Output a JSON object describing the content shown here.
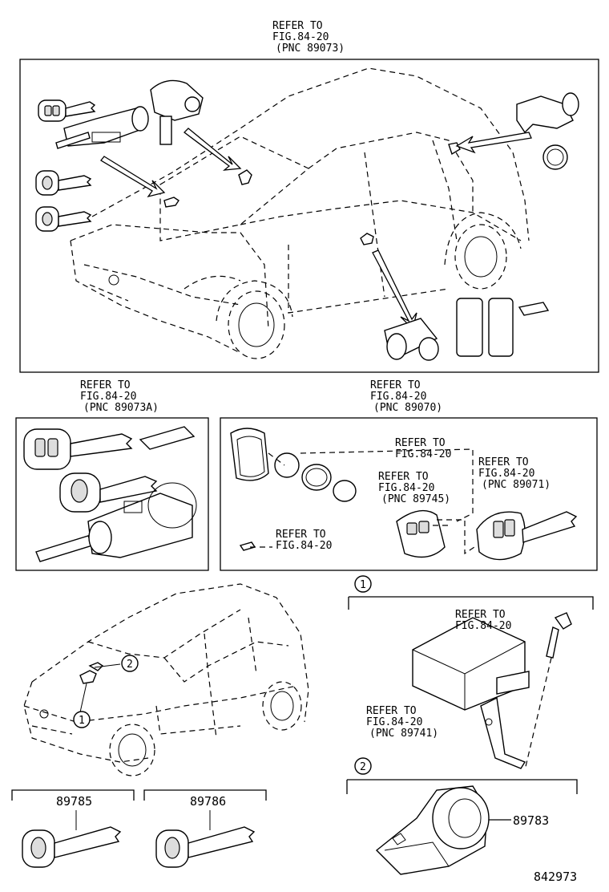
{
  "top_ref": {
    "l1": "REFER TO",
    "l2": "FIG.84-20",
    "l3": "(PNC 89073)"
  },
  "left_ref": {
    "l1": "REFER TO",
    "l2": "FIG.84-20",
    "l3": "(PNC 89073A)"
  },
  "mid_ref": {
    "l1": "REFER TO",
    "l2": "FIG.84-20",
    "l3": "(PNC 89070)"
  },
  "box2_refs": {
    "a": {
      "l1": "REFER TO",
      "l2": "FIG.84-20"
    },
    "b": {
      "l1": "REFER TO",
      "l2": "FIG.84-20",
      "l3": "(PNC 89745)"
    },
    "c": {
      "l1": "REFER TO",
      "l2": "FIG.84-20",
      "l3": "(PNC 89071)"
    },
    "d": {
      "l1": "REFER TO",
      "l2": "FIG.84-20"
    }
  },
  "callout1": {
    "num": "1",
    "ref1": {
      "l1": "REFER TO",
      "l2": "FIG.84-20"
    },
    "ref2": {
      "l1": "REFER TO",
      "l2": "FIG.84-20",
      "l3": "(PNC 89741)"
    }
  },
  "callout2": {
    "num": "2",
    "part": "89783"
  },
  "car_callouts": {
    "a": "2",
    "b": "1"
  },
  "parts": {
    "p1": "89785",
    "p2": "89786"
  },
  "diagram_number": "842973"
}
